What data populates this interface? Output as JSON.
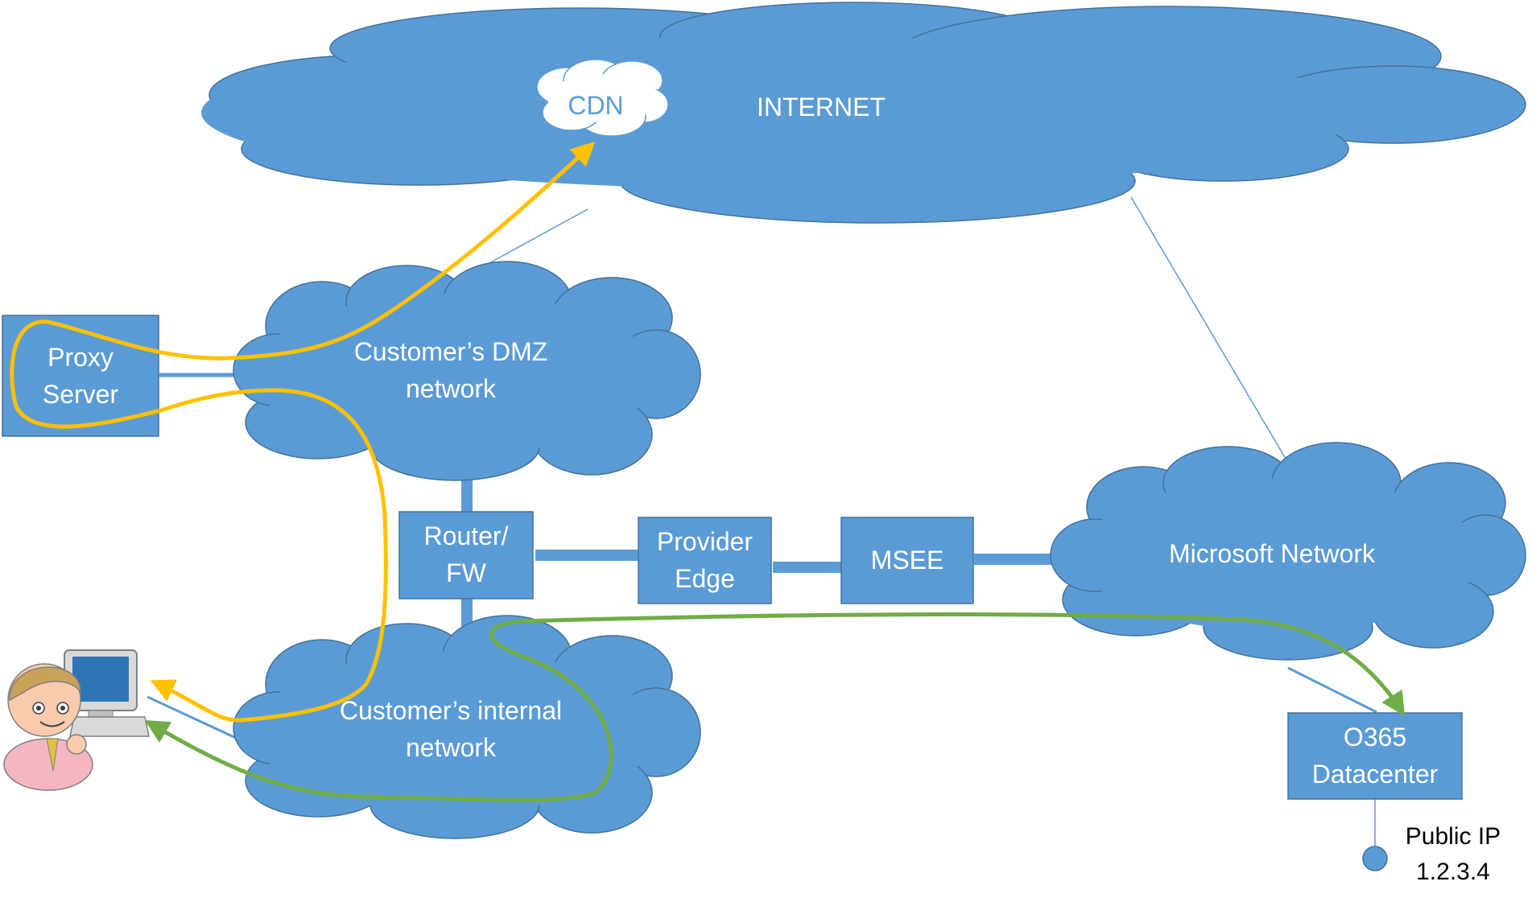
{
  "colors": {
    "cloud_fill": "#5b9bd5",
    "cloud_stroke": "#41719c",
    "box_fill": "#5b9bd5",
    "proxy_path": "#ffc000",
    "return_path": "#70ad47",
    "thin_line": "#5b9bd5",
    "label_text": "#ffffff"
  },
  "internet": {
    "label": "INTERNET"
  },
  "cdn": {
    "label": "CDN"
  },
  "dmz": {
    "line1": "Customer’s DMZ",
    "line2": "network"
  },
  "internal": {
    "line1": "Customer’s internal",
    "line2": "network"
  },
  "microsoft": {
    "label": "Microsoft Network"
  },
  "proxy": {
    "line1": "Proxy",
    "line2": "Server"
  },
  "router": {
    "line1": "Router/",
    "line2": "FW"
  },
  "provider": {
    "line1": "Provider",
    "line2": "Edge"
  },
  "msee": {
    "label": "MSEE"
  },
  "o365": {
    "line1": "O365",
    "line2": "Datacenter"
  },
  "public_ip": {
    "line1": "Public IP",
    "line2": "1.2.3.4"
  },
  "user": {
    "icon": "user-at-computer-icon"
  }
}
